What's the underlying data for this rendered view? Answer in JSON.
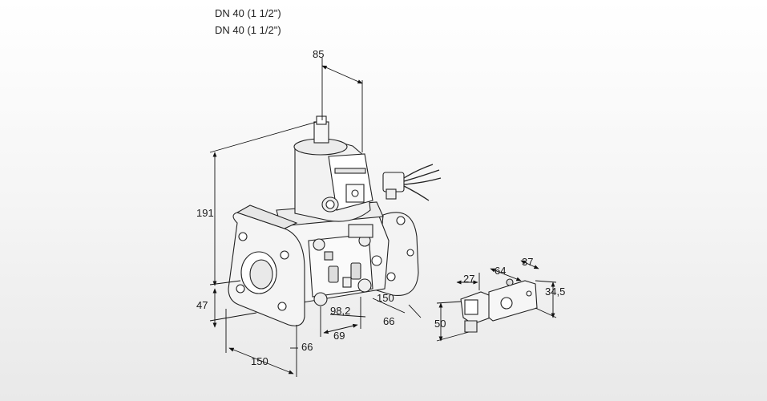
{
  "title": {
    "line1": "DN 40 (1 1/2\")",
    "line2": "DN 40 (1 1/2\")"
  },
  "dimensions": {
    "d85": "85",
    "d191": "191",
    "d47": "47",
    "d150_left": "150",
    "d66_left": "66",
    "d69": "69",
    "d98_2": "98,2",
    "d150_right": "150",
    "d66_right": "66",
    "d27": "27",
    "d64": "64",
    "d37": "37",
    "d34_5": "34,5",
    "d50": "50"
  }
}
